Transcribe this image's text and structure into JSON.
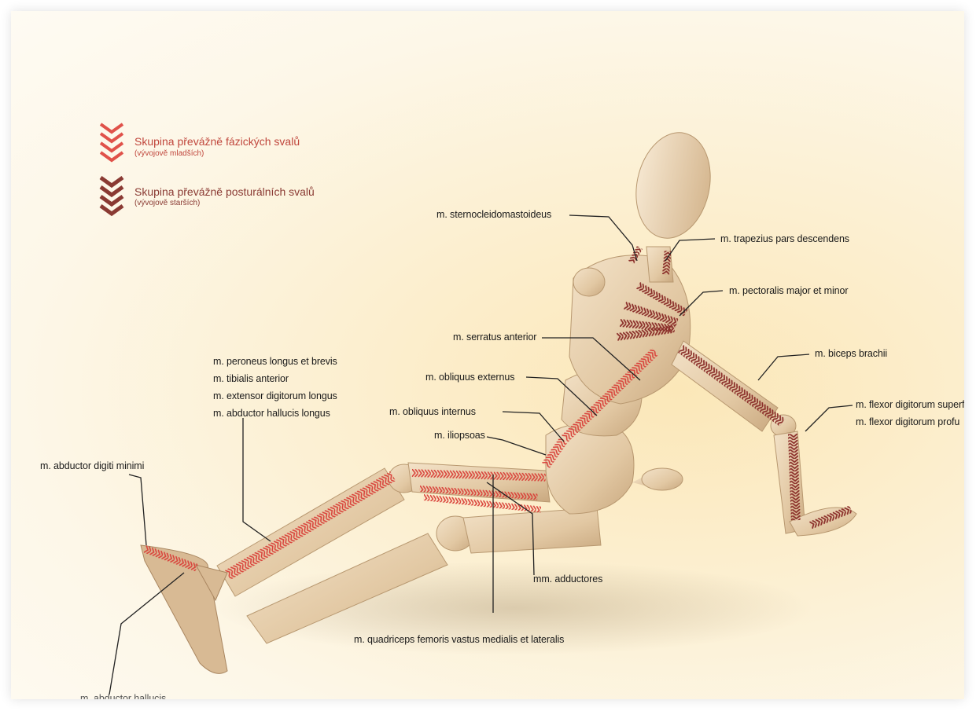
{
  "legend": {
    "phasic_title": "Skupina převážně fázických svalů",
    "phasic_sub": "(vývojově mladších)",
    "phasic_color": "#e0524a",
    "postural_title": "Skupina převážně posturálních svalů",
    "postural_sub": "(vývojově starších)",
    "postural_color": "#8a3a33"
  },
  "labels": {
    "sternocleidomastoideus": "m. sternocleidomastoideus",
    "trapezius": "m. trapezius pars descendens",
    "pectoralis": "m. pectoralis major et minor",
    "serratus": "m. serratus anterior",
    "biceps": "m. biceps brachii",
    "obliquus_externus": "m. obliquus externus",
    "obliquus_internus": "m. obliquus internus",
    "iliopsoas": "m. iliopsoas",
    "flexor_superficialis": "m. flexor digitorum superf",
    "flexor_profundus": "m. flexor digitorum profu",
    "peroneus": "m. peroneus longus et brevis",
    "tibialis": "m. tibialis anterior",
    "extensor": "m. extensor digitorum longus",
    "abductor_hallucis_longus": "m. abductor hallucis longus",
    "abductor_digiti_minimi": "m. abductor digiti minimi",
    "adductores": "mm. adductores",
    "quadriceps": "m. quadriceps femoris vastus medialis et lateralis",
    "abductor_hallucis": "m. abductor hallucis"
  }
}
